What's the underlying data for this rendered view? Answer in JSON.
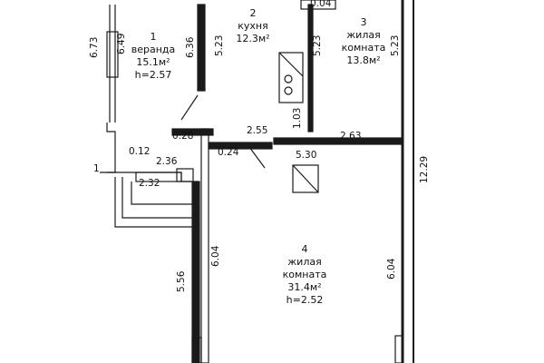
{
  "rooms": [
    {
      "number": "1",
      "name": "веранда",
      "area": "15.1м²",
      "height": "h=2.57"
    },
    {
      "number": "2",
      "name": "кухня",
      "area": "12.3м²"
    },
    {
      "number": "3",
      "name": "жилая комната",
      "line1": "жилая",
      "line2": "комната",
      "area": "13.8м²"
    },
    {
      "number": "4",
      "name": "жилая комната",
      "line1": "жилая",
      "line2": "комната",
      "area": "31.4м²",
      "height": "h=2.52"
    }
  ],
  "dimensions": {
    "d673": "6.73",
    "d649": "6.49",
    "d636": "6.36",
    "d523a": "5.23",
    "d523b": "5.23",
    "d523c": "5.23",
    "d103": "1.03",
    "d028": "0.28",
    "d255": "2.55",
    "d263": "2.63",
    "d012": "0.12",
    "d236": "2.36",
    "d024": "0.24",
    "d530": "5.30",
    "d232": "2.32",
    "d1229": "12.29",
    "d604a": "6.04",
    "d604b": "6.04",
    "d556": "5.56",
    "d004": "0.04",
    "d001": "1"
  },
  "colors": {
    "ink": "#111111",
    "wall": "#1a1a1a",
    "paper": "#ffffff"
  }
}
